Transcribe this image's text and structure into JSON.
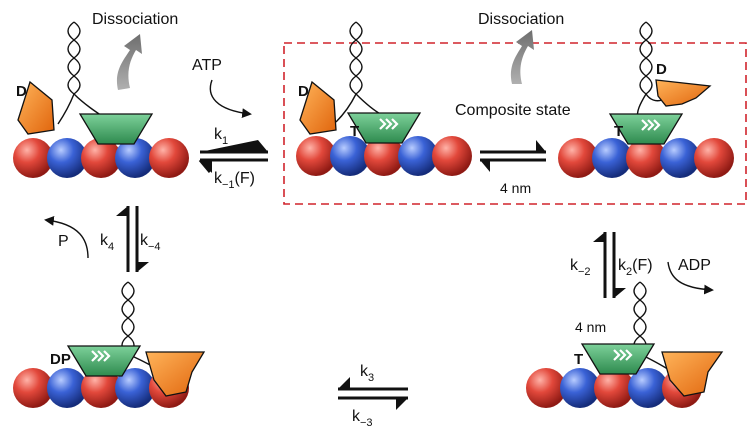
{
  "labels": {
    "dissociation_left": "Dissociation",
    "dissociation_right": "Dissociation",
    "atp": "ATP",
    "composite_state": "Composite state",
    "step_4nm_top": "4 nm",
    "step_4nm_right": "4 nm",
    "p": "P",
    "adp": "ADP"
  },
  "rates": {
    "k1": "k",
    "k1_sub": "1",
    "km1": "k",
    "km1_sub": "−1",
    "km1_suffix": "(F)",
    "k2": "k",
    "k2_sub": "2",
    "k2_suffix": "(F)",
    "km2": "k",
    "km2_sub": "−2",
    "k3": "k",
    "k3_sub": "3",
    "km3": "k",
    "km3_sub": "−3",
    "k4": "k",
    "k4_sub": "4",
    "km4": "k",
    "km4_sub": "−4"
  },
  "head_states": {
    "s1_left": "D",
    "s2_left": "D",
    "s2_right": "T",
    "s3_top": "D",
    "s3_bottom": "T",
    "s4_front": "T",
    "s5_front": "DP"
  },
  "colors": {
    "red_bead": "#d9342c",
    "blue_bead": "#2f55c8",
    "green_head": "#4fa86a",
    "orange_head": "#f07f1f",
    "dashed_box": "#d0242c",
    "gray_arrow": "#8c8c8c"
  }
}
